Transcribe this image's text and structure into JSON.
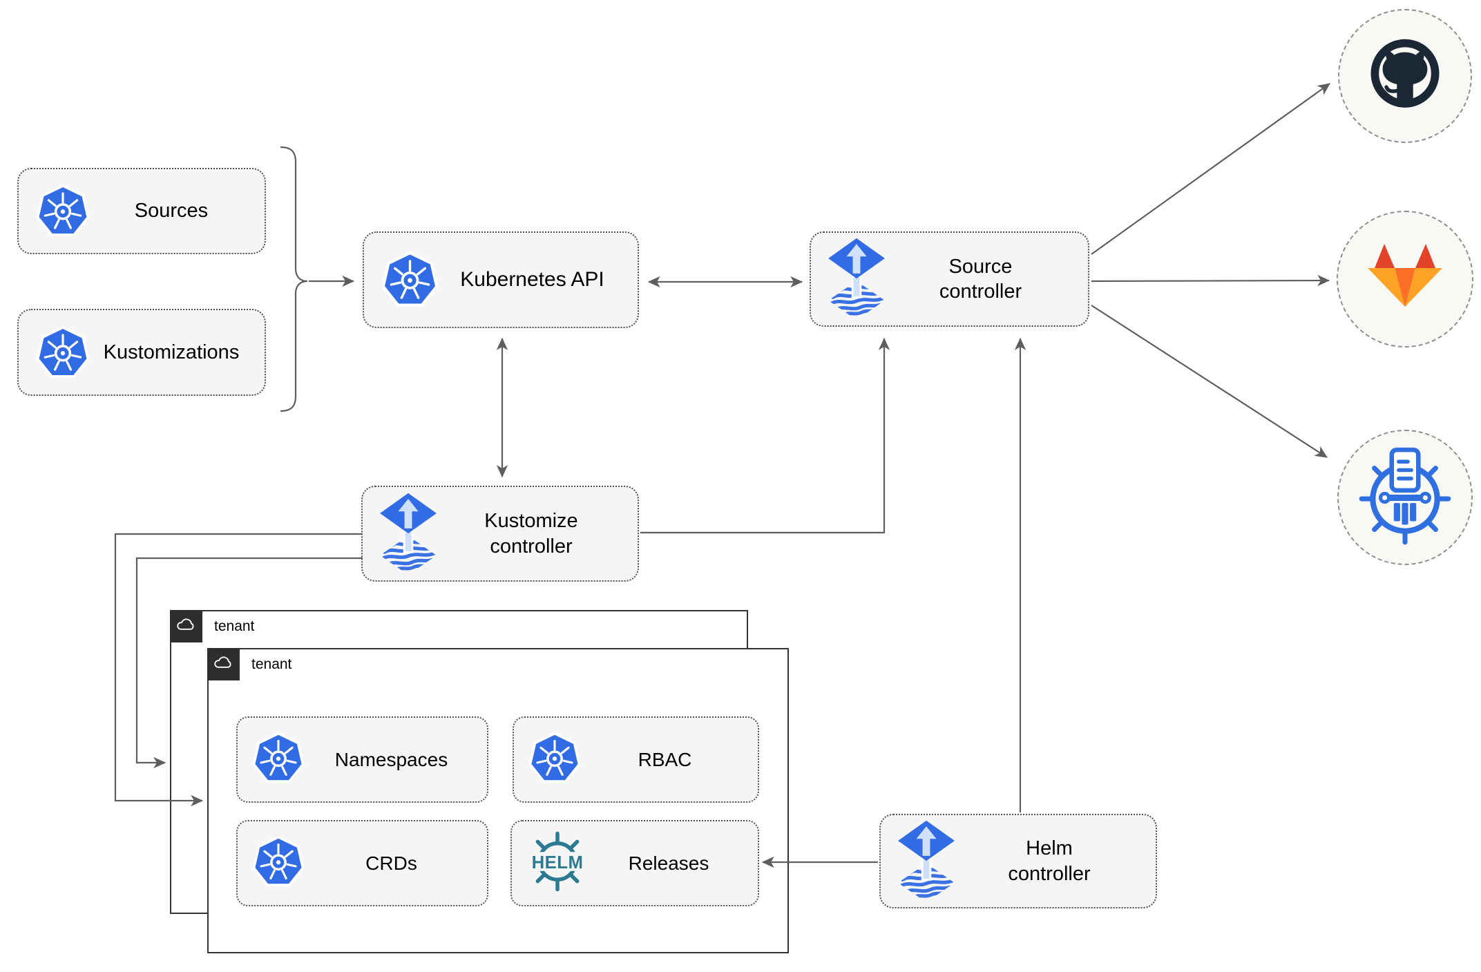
{
  "diagram": {
    "nodes": {
      "sources": {
        "label": "Sources",
        "icon": "kubernetes-icon"
      },
      "kustomizations": {
        "label": "Kustomizations",
        "icon": "kubernetes-icon"
      },
      "kubernetes_api": {
        "label": "Kubernetes API",
        "icon": "kubernetes-icon"
      },
      "source_controller": {
        "label": "Source\ncontroller",
        "icon": "flux-icon"
      },
      "kustomize_controller": {
        "label": "Kustomize\ncontroller",
        "icon": "flux-icon"
      },
      "helm_controller": {
        "label": "Helm\ncontroller",
        "icon": "flux-icon"
      }
    },
    "tenant_back": {
      "label": "tenant",
      "icon": "cloud-icon"
    },
    "tenant_front": {
      "label": "tenant",
      "icon": "cloud-icon",
      "children": {
        "namespaces": {
          "label": "Namespaces",
          "icon": "kubernetes-icon"
        },
        "rbac": {
          "label": "RBAC",
          "icon": "kubernetes-icon"
        },
        "crds": {
          "label": "CRDs",
          "icon": "kubernetes-icon"
        },
        "releases": {
          "label": "Releases",
          "icon": "helm-icon",
          "icon_text": "HELM"
        }
      }
    },
    "remotes": [
      {
        "name": "github",
        "icon": "github-icon"
      },
      {
        "name": "gitlab",
        "icon": "gitlab-icon"
      },
      {
        "name": "chartmuseum",
        "icon": "chartmuseum-icon"
      }
    ],
    "colors": {
      "kubernetes_blue": "#326ce5",
      "flux_blue": "#316ce4",
      "flux_arrow_light": "#cfe0f8",
      "helm_teal": "#2a7a92",
      "github_dark": "#1b2734",
      "gitlab_red": "#e24329",
      "gitlab_orange": "#fc6d26",
      "gitlab_yellow": "#fca326",
      "chartmuseum_blue": "#2f6fe0",
      "connector_gray": "#5e5e5e",
      "node_fill": "#f5f5f5",
      "tenant_border": "#333333"
    }
  }
}
